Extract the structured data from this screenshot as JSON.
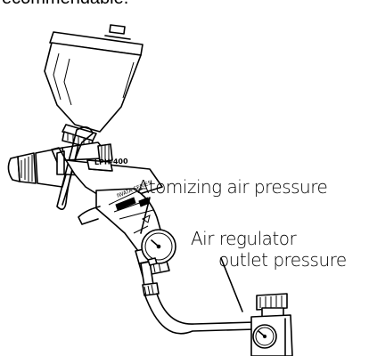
{
  "header": {
    "partial_text": "ecommendable."
  },
  "labels": {
    "atomizing": "Atomizing air pressure",
    "regulator_line1": "Air regulator",
    "regulator_line2": "outlet pressure"
  },
  "gun_marking": {
    "cap_text": "LPH-400",
    "body_text": "IWATA  SERIES"
  }
}
